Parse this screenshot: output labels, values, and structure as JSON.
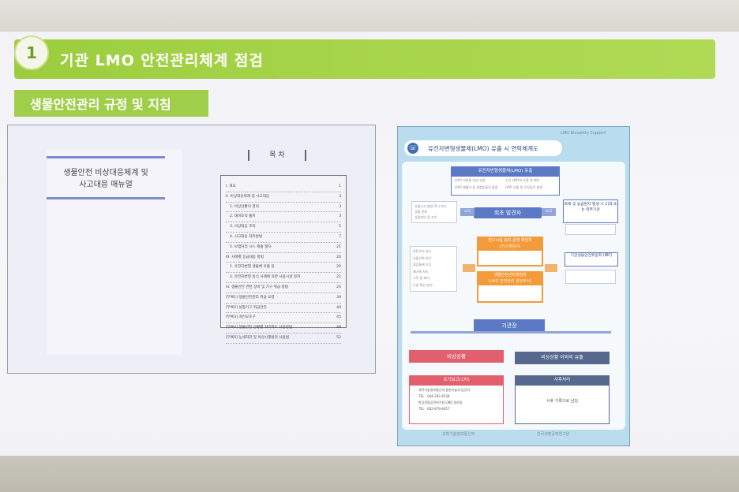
{
  "title": {
    "number": "1",
    "text": "기관 LMO 안전관리체계 점검"
  },
  "subtitle": "생물안전관리 규정 및 지침",
  "document": {
    "cover_title_line1": "생물안전 비상대응체계 및",
    "cover_title_line2": "사고대응 매뉴얼",
    "toc_heading": "목 차",
    "toc": [
      {
        "label": "I. 개요",
        "page": "1",
        "sub": false
      },
      {
        "label": "II. 비상대응체계 및 사고대응",
        "page": "3",
        "sub": false
      },
      {
        "label": "1. 비상상황의 정의",
        "page": "3",
        "sub": true
      },
      {
        "label": "2. 대비조직 통지",
        "page": "3",
        "sub": true
      },
      {
        "label": "3. 비상대응 조직",
        "page": "5",
        "sub": true
      },
      {
        "label": "4. 사고대응 처리방법",
        "page": "7",
        "sub": true
      },
      {
        "label": "5. 보험처리 시스 제출 절차",
        "page": "21",
        "sub": true
      },
      {
        "label": "III. 사례별 응급대응 방법",
        "page": "20",
        "sub": false
      },
      {
        "label": "1. 유전자변형 생물체 유출 등",
        "page": "20",
        "sub": true
      },
      {
        "label": "2. 유전자변형 동식 사례에 의한 사용시설 정지",
        "page": "21",
        "sub": true
      },
      {
        "label": "IV. 생물안전 관련 장비 및 기구 취급 방법",
        "page": "24",
        "sub": false
      },
      {
        "label": "[부록1] 생물안전관리 취급 요령",
        "page": "34",
        "sub": false
      },
      {
        "label": "[부록2] 실험기구 취급안전",
        "page": "40",
        "sub": false
      },
      {
        "label": "[부록3] 개인보호구",
        "page": "45",
        "sub": false
      },
      {
        "label": "[부록4] 생물안전 상황별 처리지도 사용방법",
        "page": "48",
        "sub": false
      },
      {
        "label": "[부록5] 능세처리 및 비상시행방의 사용법",
        "page": "52",
        "sub": false
      }
    ]
  },
  "poster": {
    "top_label": "LMO Biosafety Support",
    "header": "유전자변형생물체(LMO) 유출 시 연락체계도",
    "box1_title": "유전자변형생물체(LMO) 유출",
    "box1_items": [
      "LMO 의료물 외부 유출",
      "LMO 재배기 등 실험동물의 탈출",
      "수입 LMO의 유출 및 폐기",
      "LMO 유출 및 이상징후 발생"
    ],
    "first_finder": "최초 발견자",
    "report_left": "보고",
    "report_right": "보고",
    "right_box1": "화재 및 응급환자 발생 시 119 또는 외부기관",
    "lab_manager_title": "연구시설 설치·운영 책임자",
    "lab_manager_sub": "(연구책임자)",
    "biosafety_officer_title": "생물안전관리책임자",
    "biosafety_officer_sub": "(LMO 안전관리 담당부서)",
    "ibc_box": "기관생물안전위원회 (IBC)",
    "director": "기관장",
    "emergency": "비상상황",
    "non_emergency": "비상상황 이외의 유출",
    "initial_report": "초기보고(1차)",
    "initial_report_lines": [
      "과학기술정보통신부 원천기술과 담당자",
      "TEL : 044-202-4538",
      "한국생명공학연구원 LMO 정보팀",
      "TEL : 042-879-8457"
    ],
    "follow_up": "사후처리",
    "follow_up_text": "사후 기록으로 남김",
    "left_actions": [
      "유출사고 발생 즉시 보고",
      "상황 전파",
      "상황파악 및 조치"
    ],
    "left_actions2": [
      "초동조치 실시",
      "유출지역 차단",
      "출입통제 조치",
      "폐기물 처리",
      "소독 및 제거",
      "오염 확산 방지"
    ],
    "footer_left": "과학기술정보통신부",
    "footer_right": "한국생명공학연구원"
  },
  "colors": {
    "title_green": "#a9d64d",
    "subtitle_green": "#9fcf4a",
    "poster_blue": "#5b79c4",
    "poster_orange": "#f39a3a",
    "poster_red": "#e2606e",
    "poster_navy": "#57688e"
  }
}
